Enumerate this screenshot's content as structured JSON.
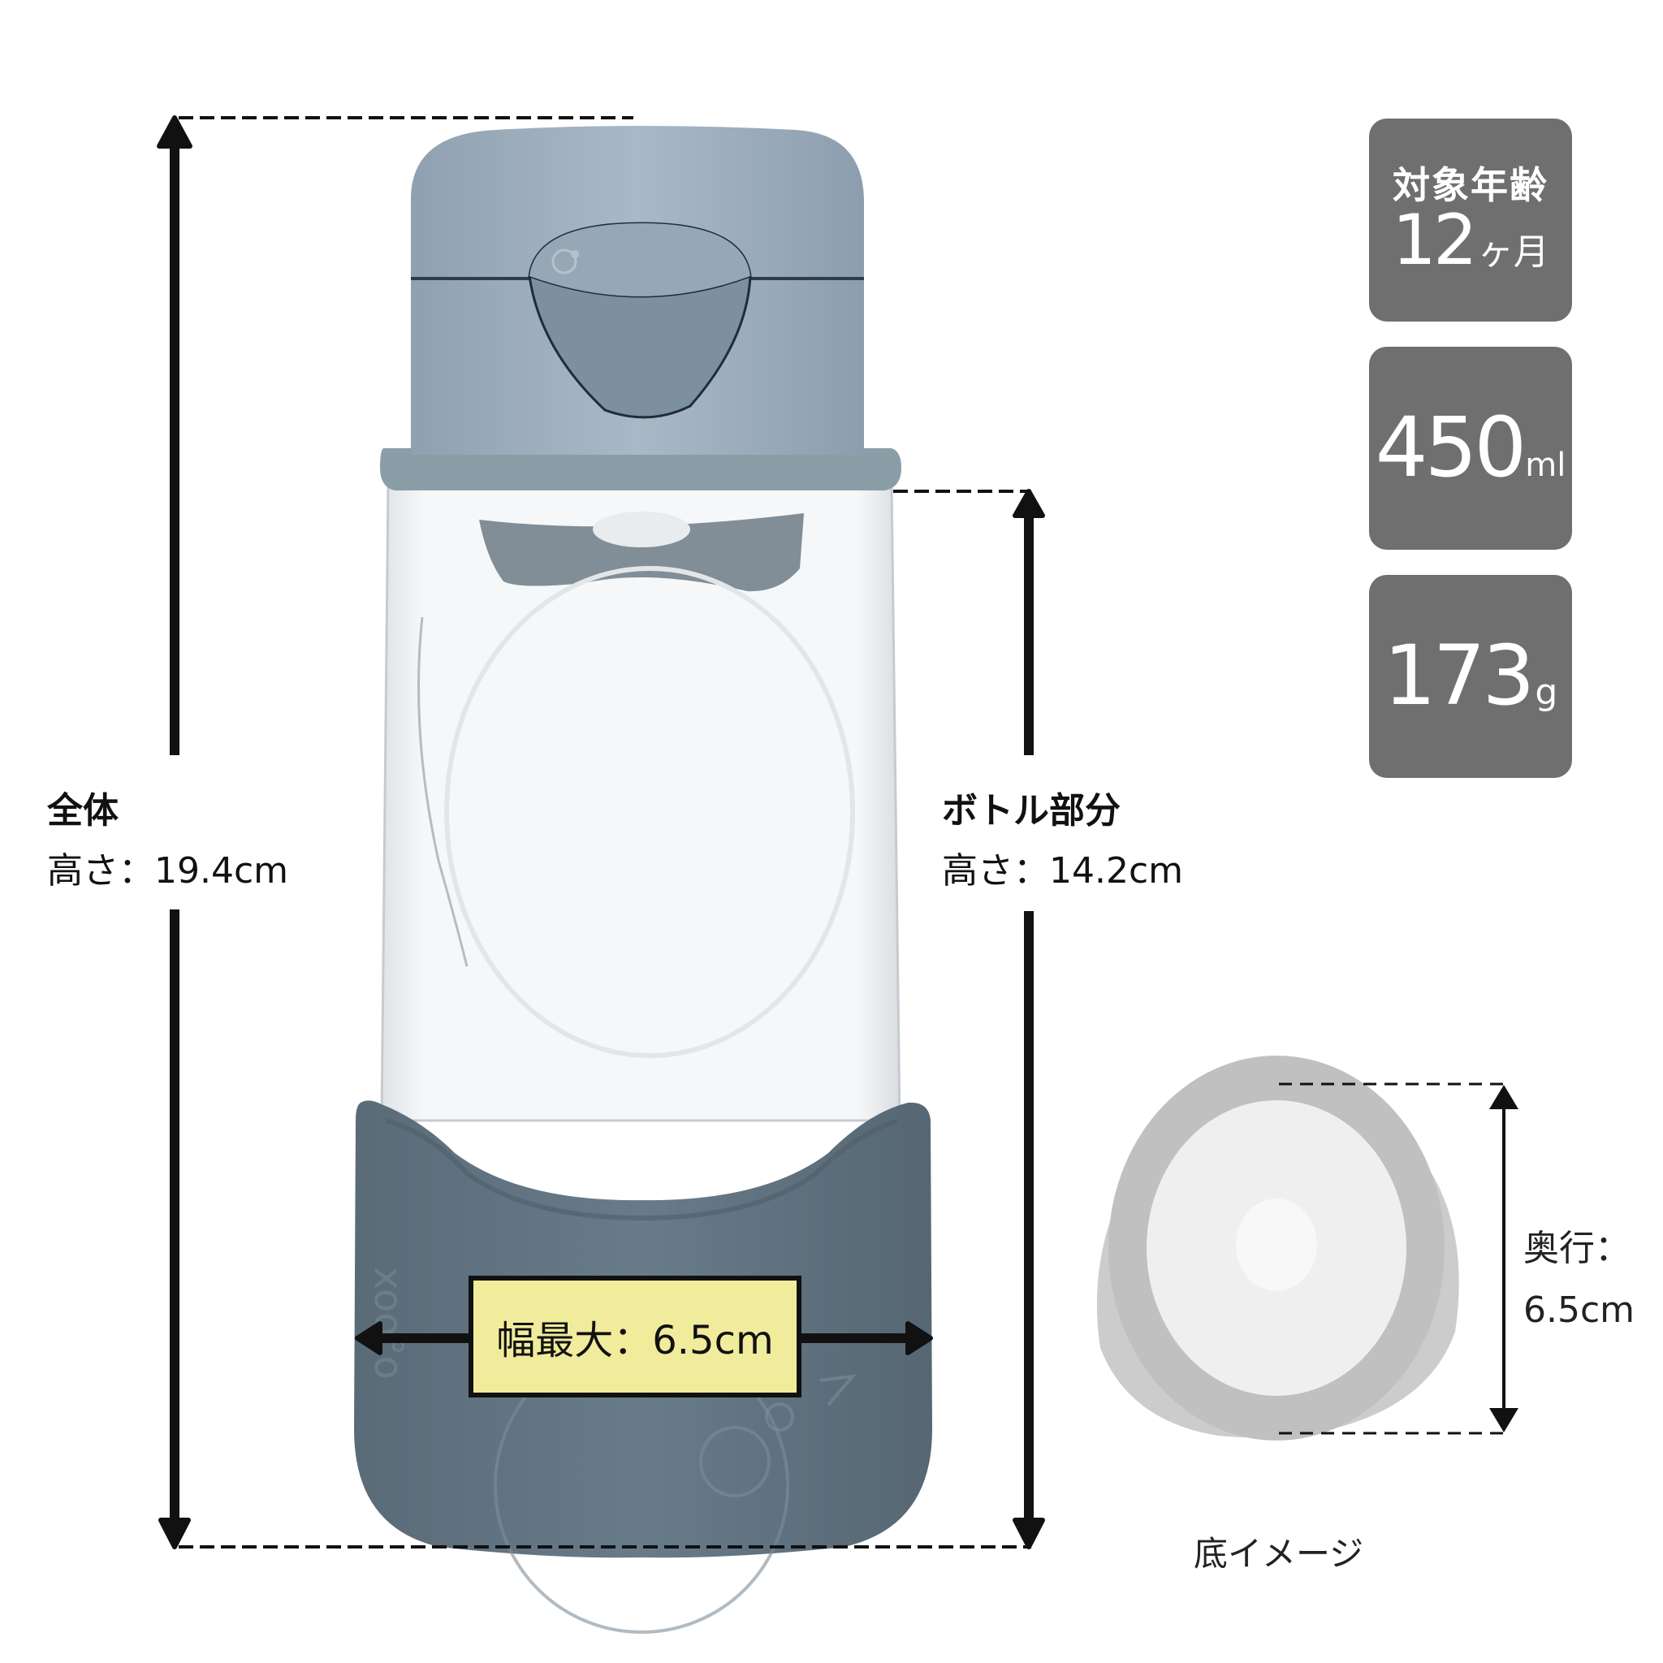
{
  "specs": {
    "age": {
      "label": "対象年齢",
      "value": "12",
      "unit": "ヶ月"
    },
    "capacity": {
      "value": "450",
      "unit": "ml"
    },
    "weight": {
      "value": "173",
      "unit": "g"
    }
  },
  "dimensions": {
    "total": {
      "title": "全体",
      "value": "高さ：19.4cm"
    },
    "bottle": {
      "title": "ボトル部分",
      "value": "高さ：14.2cm"
    },
    "width": {
      "value": "幅最大：6.5cm"
    },
    "depth": {
      "title": "奥行：",
      "value": "6.5cm"
    }
  },
  "base_image": {
    "caption": "底イメージ"
  },
  "colors": {
    "badge_bg": "#6f6f6f",
    "lid": "#98a9b8",
    "lid_ring": "#8a9ea8",
    "sleeve": "#5f7180",
    "width_box": "#f0ec9c",
    "base_outer": "#cccccc",
    "base_ring": "#c0c0c0",
    "base_inner": "#efefef"
  }
}
